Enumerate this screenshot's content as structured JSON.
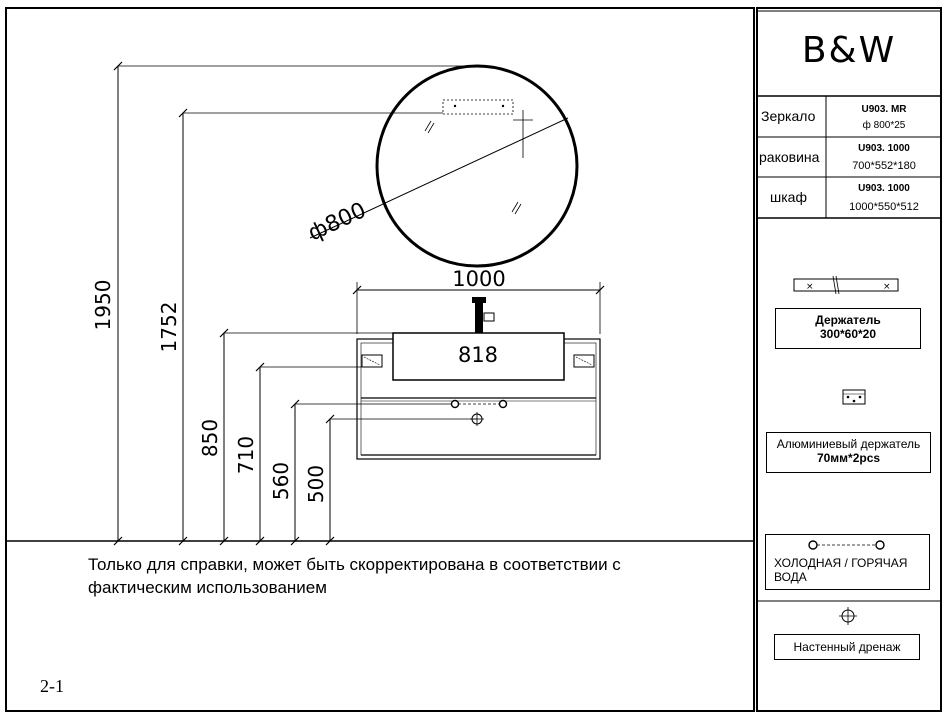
{
  "brand": "B&W",
  "dimensions": {
    "mirror_diameter": "ф800",
    "width": "1000",
    "basin_width": "818",
    "height_mirror_top": "1950",
    "height_mirror_holder": "1752",
    "height_basin_top": "850",
    "height_cabinet": "710",
    "height_water": "560",
    "height_drain": "500"
  },
  "note_line1": "Только для справки, может быть скорректирована в соответствии с",
  "note_line2": "фактическим использованием",
  "page_number": "2-1",
  "spec_table": [
    {
      "label": "Зеркало",
      "code": "U903. MR",
      "size": "ф 800*25"
    },
    {
      "label": "раковина",
      "code": "U903. 1000",
      "size": "700*552*180"
    },
    {
      "label": "шкаф",
      "code": "U903. 1000",
      "size": "1000*550*512"
    }
  ],
  "legend": {
    "holder_label_line1": "Держатель",
    "holder_label_line2": "300*60*20",
    "alu_holder_line1": "Алюминиевый держатель",
    "alu_holder_line2": "70мм*2pcs",
    "water_line1": "ХОЛОДНАЯ / ГОРЯЧАЯ",
    "water_line2": "ВОДА",
    "drain_label": "Настенный дренаж"
  }
}
